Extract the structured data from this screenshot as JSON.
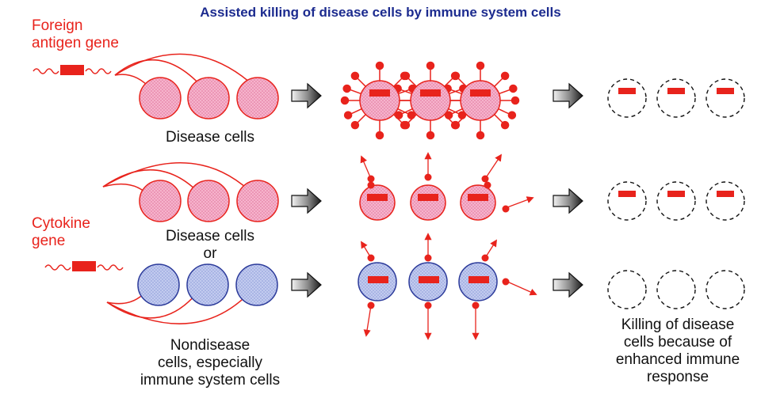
{
  "title": "Assisted killing of disease cells by immune system cells",
  "labels": {
    "foreign_line1": "Foreign",
    "foreign_line2": "antigen gene",
    "cytokine_line1": "Cytokine",
    "cytokine_line2": "gene",
    "disease_cells_top": "Disease cells",
    "disease_cells_mid": "Disease cells",
    "or": "or",
    "nondisease_line1": "Nondisease",
    "nondisease_line2": "cells, especially",
    "nondisease_line3": "immune system cells",
    "killing_line1": "Killing of disease",
    "killing_line2": "cells because of",
    "killing_line3": "enhanced immune",
    "killing_line4": "response"
  },
  "colors": {
    "title": "#1c2b8f",
    "red": "#e8231c",
    "disease_fill": "#f4a7c3",
    "immune_fill": "#b9c3ea",
    "immune_stroke": "#2b3a9a",
    "text": "#111111"
  },
  "icons": {
    "process_arrow": "block-arrow-right-icon",
    "gene": "gene-squiggle-icon"
  }
}
